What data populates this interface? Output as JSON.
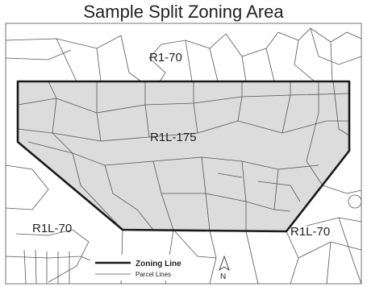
{
  "title": "Sample Split Zoning Area",
  "zones": {
    "north": "R1-70",
    "center": "R1L-175",
    "southwest": "R1L-70",
    "southeast": "R1L-70"
  },
  "legend": {
    "zoning_line": "Zoning Line",
    "parcel_lines": "Parcel Lines"
  },
  "north_arrow_label": "N",
  "colors": {
    "zoning_area_fill": "#dcdcdc",
    "zoning_line": "#1a1a1a",
    "parcel_line": "#555555",
    "frame": "#8a8a8a"
  }
}
